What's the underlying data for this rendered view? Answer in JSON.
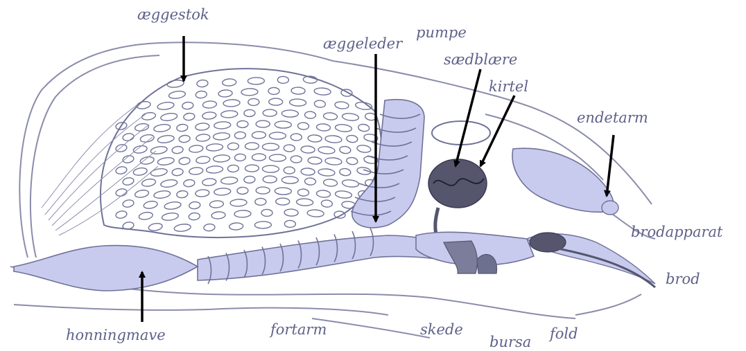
{
  "labels": {
    "aeggestok": "æggestok",
    "aeggeleder": "æggeleder",
    "pumpe": "pumpe",
    "saedblaere": "sædblære",
    "kirtel": "kirtel",
    "endetarm": "endetarm",
    "brodapparat": "brodapparat",
    "brod": "brod",
    "honningmave": "honningmave",
    "fortarm": "fortarm",
    "skede": "skede",
    "bursa": "bursa",
    "fold": "fold"
  },
  "colors": {
    "organ_fill": "#c8cbee",
    "organ_stroke": "#6f7298",
    "dark_organ": "#55566e",
    "outline": "#8a8cab",
    "label_text": "#5f6189",
    "arrow": "#000000"
  }
}
